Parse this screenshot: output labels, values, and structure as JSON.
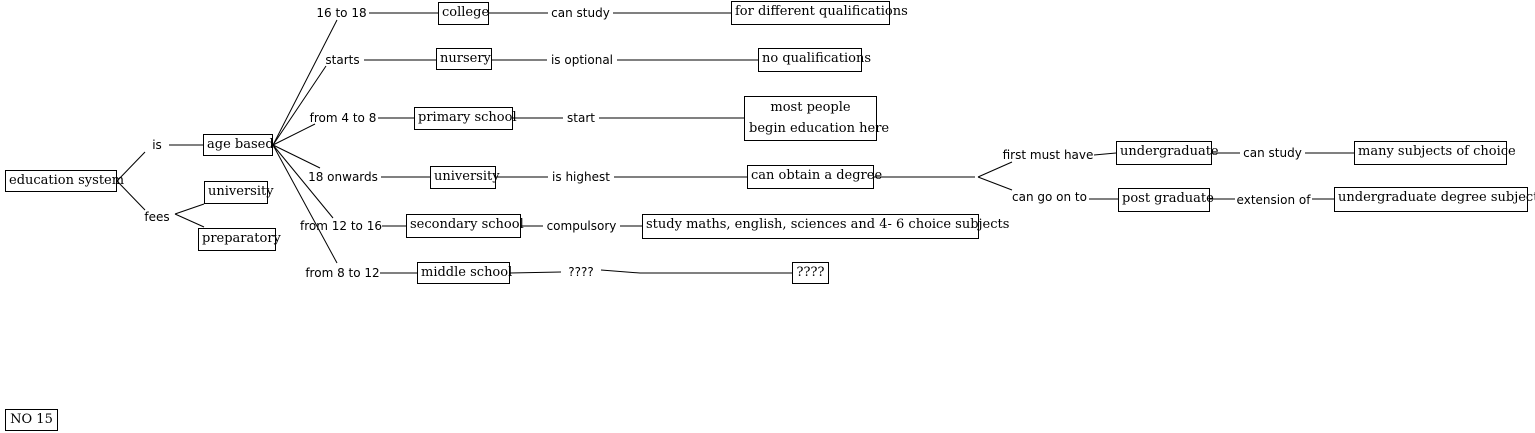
{
  "concept_map": {
    "concepts": {
      "education_system": "education system",
      "age_based": "age based",
      "university_fees": "university",
      "preparatory": "preparatory",
      "college": "college",
      "nursery": "nursery",
      "primary_school": "primary school",
      "university": "university",
      "secondary_school": "secondary school",
      "middle_school": "middle school",
      "different_qualifications": "for different qualifications",
      "no_qualifications": "no qualifications",
      "most_people_line1": "most people",
      "most_people_line2": "begin education here",
      "can_obtain_degree": "can obtain a degree",
      "study_subjects": "study maths, english, sciences and 4- 6 choice subjects",
      "unknown": "????",
      "undergraduate": "undergraduate",
      "post_graduate": "post graduate",
      "many_subjects": "many subjects of choice",
      "undergraduate_subjects": "undergraduate degree subjects",
      "no_15": "NO 15"
    },
    "links": {
      "is": "is",
      "fees": "fees",
      "16_to_18": "16 to 18",
      "starts": "starts",
      "from_4_to_8": "from 4 to 8",
      "18_onwards": "18 onwards",
      "from_12_to_16": "from 12 to 16",
      "from_8_to_12": "from 8 to 12",
      "can_study_college": "can study",
      "is_optional": "is optional",
      "start": "start",
      "is_highest": "is highest",
      "compulsory": "compulsory",
      "unknown_link": "????",
      "first_must_have": "first must have",
      "can_go_on_to": "can go on to",
      "can_study_ug": "can study",
      "extension_of": "extension of"
    }
  }
}
